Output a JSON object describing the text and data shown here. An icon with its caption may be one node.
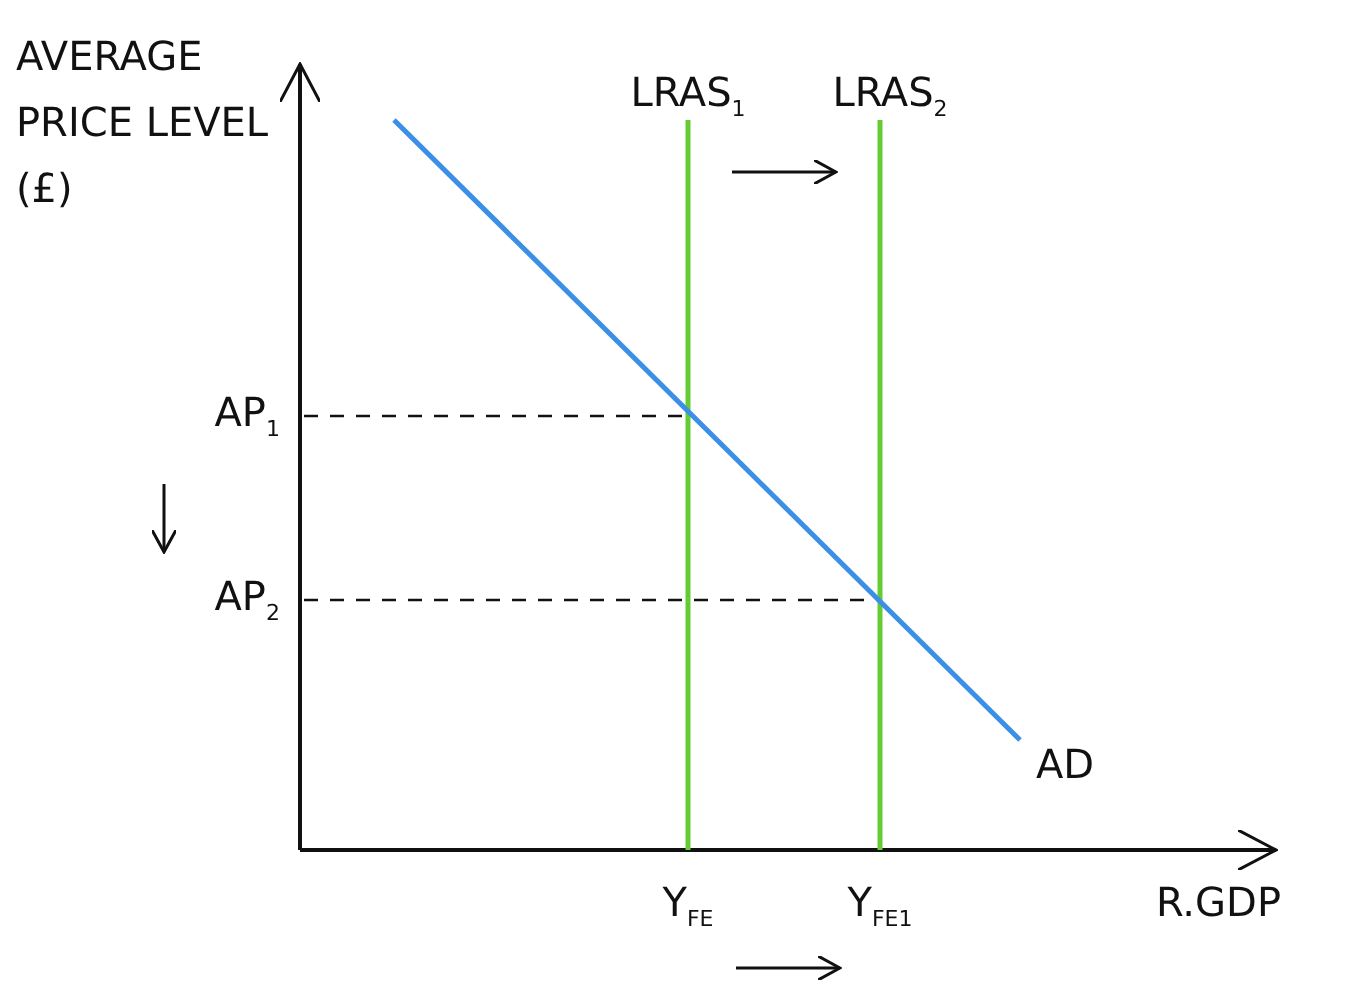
{
  "diagram": {
    "labels": [
      "AVERAGE PRICE LEVEL (£)",
      "LRAS$_{1}$",
      "LRAS$_{2}$",
      "AP$_{1}$",
      "AP$_{2}$",
      "AD",
      "Y$_{FE}$",
      "Y$_{FE1}$",
      "R.GDP"
    ]
  }
}
